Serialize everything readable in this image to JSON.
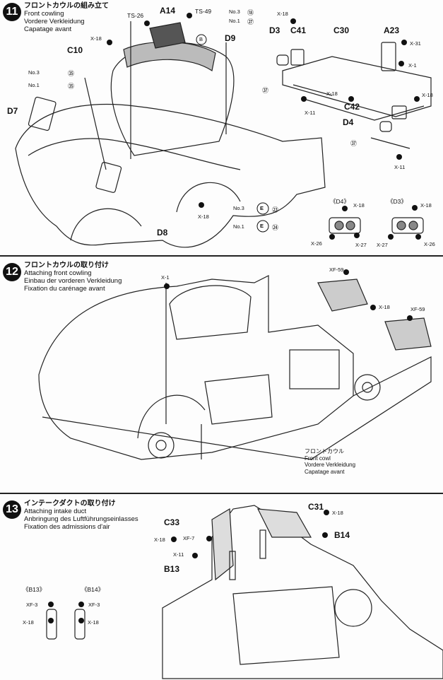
{
  "steps": [
    {
      "number": "11",
      "title_jp": "フロントカウルの組み立て",
      "title_en": "Front cowling",
      "title_de": "Vordere Verkleidung",
      "title_fr": "Capatage avant"
    },
    {
      "number": "12",
      "title_jp": "フロントカウルの取り付け",
      "title_en": "Attaching front cowling",
      "title_de": "Einbau der vorderen Verkleidung",
      "title_fr": "Fixation du carénage avant"
    },
    {
      "number": "13",
      "title_jp": "インテークダクトの取り付け",
      "title_en": "Attaching intake duct",
      "title_de": "Anbringung des Luftführungseinlasses",
      "title_fr": "Fixation des admissions d'air"
    }
  ],
  "step11": {
    "parts": {
      "a14": "A14",
      "d9": "D9",
      "c10": "C10",
      "d7": "D7",
      "d8": "D8",
      "d3": "D3",
      "c41": "C41",
      "c30": "C30",
      "a23": "A23",
      "c42": "C42",
      "d4": "D4"
    },
    "screws": {
      "ts26": "TS-26",
      "ts49": "TS-49",
      "x18a": "X-18",
      "x18b": "X-18",
      "x18c": "X-18",
      "x18d": "X-18",
      "x18e": "X-18",
      "x31": "X-31",
      "x1": "X-1",
      "x11a": "X-11",
      "x11b": "X-11"
    },
    "marks": {
      "b": "B",
      "no3a": "No.3",
      "n18": "⑱",
      "no1a": "No.1",
      "n27": "㉗",
      "no3b": "No.3",
      "n35a": "㉟",
      "no1b": "No.1",
      "n35b": "㉟",
      "c37a": "㊲",
      "c37b": "㊲",
      "no3c": "No.3",
      "e1": "E",
      "n23": "㉓",
      "no1c": "No.1",
      "e2": "E",
      "n24": "㉔"
    },
    "detail_d4": {
      "title": "《D4》",
      "x18": "X-18",
      "x26": "X-26",
      "x27": "X-27"
    },
    "detail_d3": {
      "title": "《D3》",
      "x18": "X-18",
      "x27": "X-27",
      "x26": "X-26"
    }
  },
  "step12": {
    "x1": "X-1",
    "xf59a": "XF-59",
    "x18": "X-18",
    "xf59b": "XF-59",
    "caption_jp": "フロントカウル",
    "caption_en": "Front cowl",
    "caption_de": "Vordere Verkleidung",
    "caption_fr": "Capatage avant"
  },
  "step13": {
    "c31": "C31",
    "x18a": "X-18",
    "c33": "C33",
    "x18b": "X-18",
    "xf7": "XF-7",
    "b14": "B14",
    "x11": "X-11",
    "b13": "B13",
    "detail_b13": {
      "title": "《B13》",
      "xf3": "XF-3",
      "x18": "X-18"
    },
    "detail_b14": {
      "title": "《B14》",
      "xf3": "XF-3",
      "x18": "X-18"
    }
  }
}
